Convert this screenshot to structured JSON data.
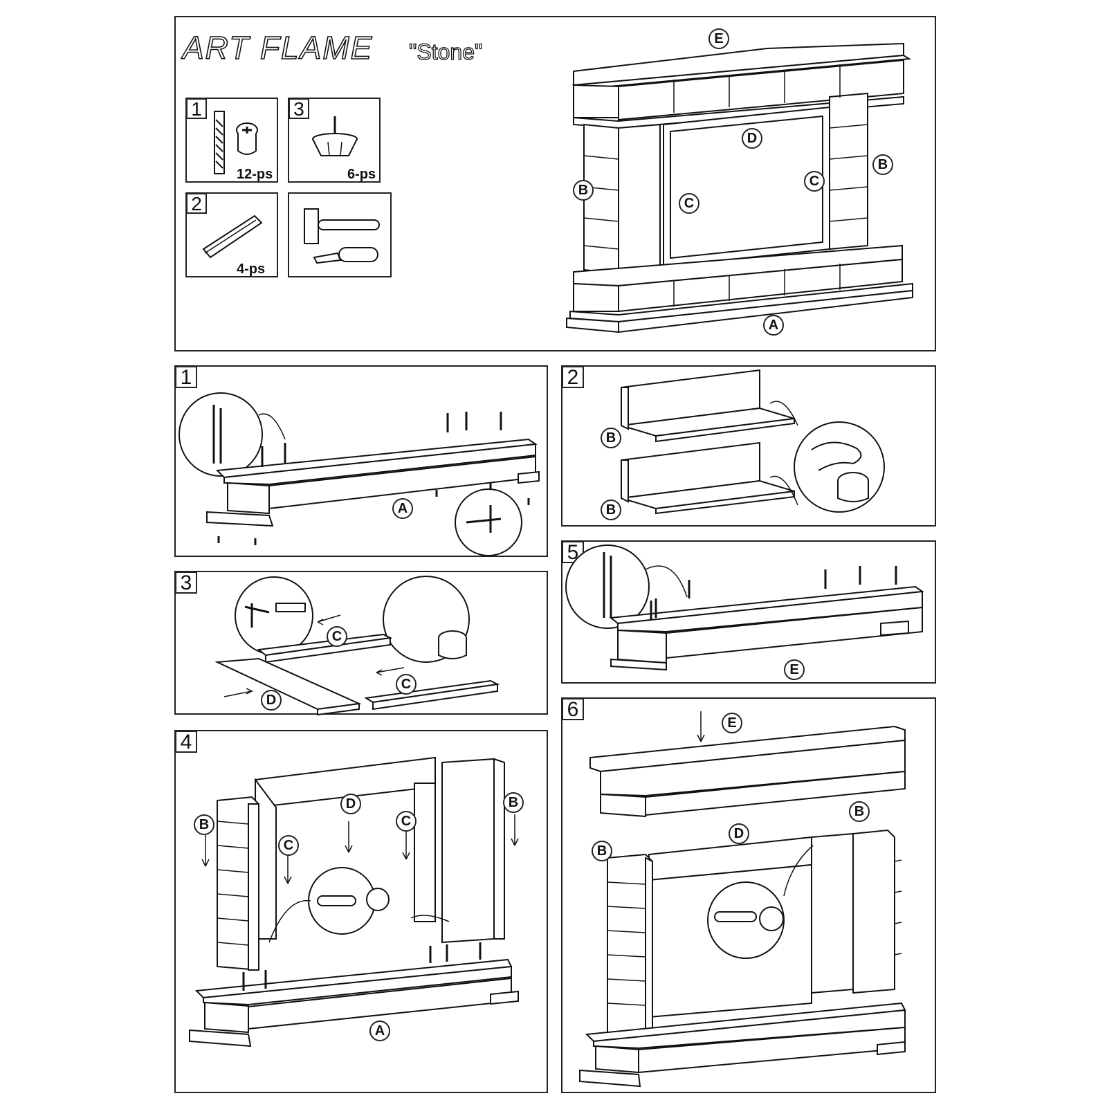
{
  "header": {
    "brand": "ART FLAME",
    "model": "\"Stone\""
  },
  "hardware": [
    {
      "num": "1",
      "qty": "12-ps",
      "icon": "bolt-and-cam-lock-icon"
    },
    {
      "num": "3",
      "qty": "6-ps",
      "icon": "furniture-glide-icon"
    },
    {
      "num": "2",
      "qty": "4-ps",
      "icon": "dowel-icon"
    },
    {
      "num": "",
      "qty": "",
      "icon": "hammer-and-screwdriver-icon"
    }
  ],
  "overview": {
    "labels": [
      "E",
      "D",
      "B",
      "B",
      "C",
      "C",
      "A"
    ]
  },
  "steps": [
    {
      "num": "1",
      "labels": [
        "A"
      ]
    },
    {
      "num": "2",
      "labels": [
        "B",
        "B"
      ]
    },
    {
      "num": "3",
      "labels": [
        "C",
        "C",
        "D"
      ]
    },
    {
      "num": "4",
      "labels": [
        "D",
        "B",
        "B",
        "C",
        "C",
        "A"
      ]
    },
    {
      "num": "5",
      "labels": [
        "E"
      ]
    },
    {
      "num": "6",
      "labels": [
        "E",
        "B",
        "D",
        "B"
      ]
    }
  ]
}
